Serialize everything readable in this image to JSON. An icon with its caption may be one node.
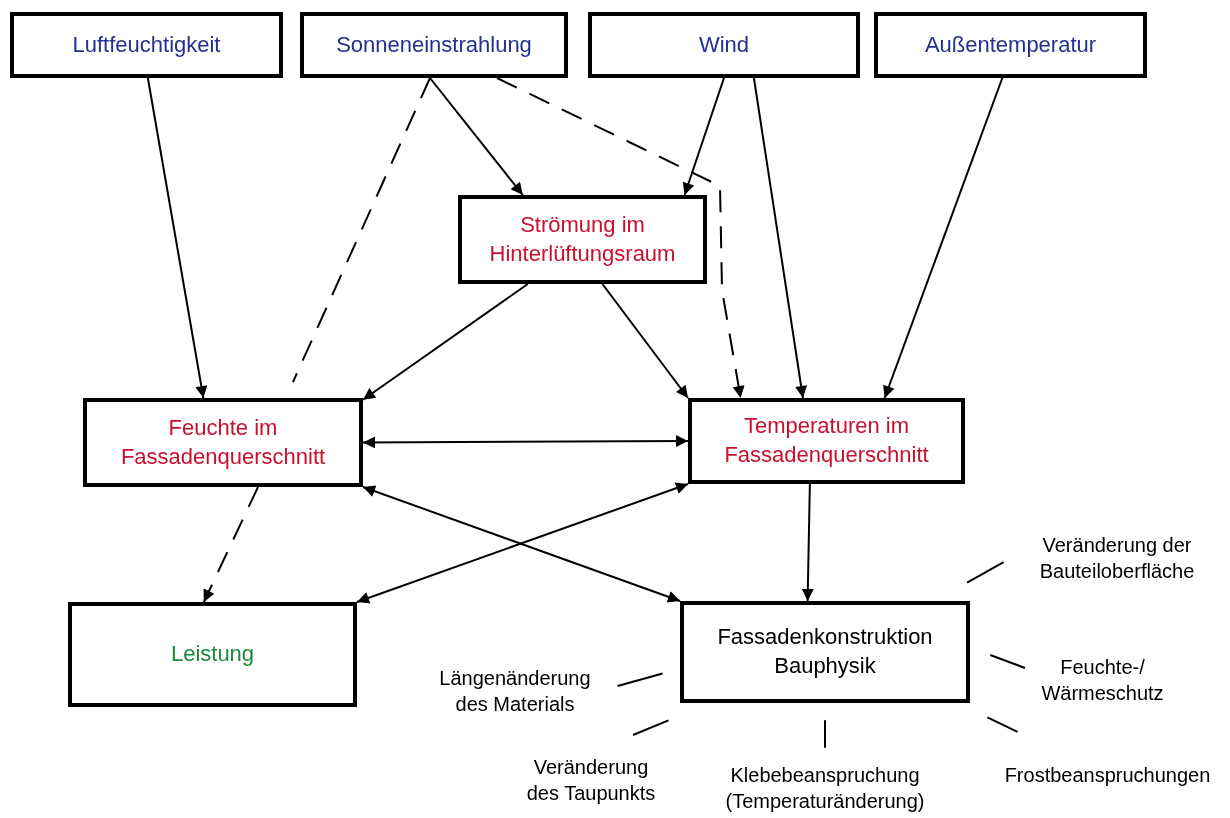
{
  "diagram": {
    "nodes": [
      {
        "text": [
          "Luftfeuchtigkeit"
        ]
      },
      {
        "text": [
          "Sonneneinstrahlung"
        ]
      },
      {
        "text": [
          "Wind"
        ]
      },
      {
        "text": [
          "Außentemperatur"
        ]
      },
      {
        "text": [
          "Strömung im Hinterlüftungsraum"
        ]
      },
      {
        "text": [
          "Feuchte im Fassadenquerschnitt"
        ]
      },
      {
        "text": [
          "Temperaturen im Fassadenquerschnitt"
        ]
      },
      {
        "text": [
          "Leistung"
        ]
      },
      {
        "text": [
          "Fassadenkonstruktion Bauphysik"
        ]
      },
      {
        "text": [
          "Veränderung der Bauteiloberfläche"
        ]
      },
      {
        "text": [
          "Längenänderung des Materials"
        ]
      },
      {
        "text": [
          "Feuchte-/ Wärmeschutz"
        ]
      },
      {
        "text": [
          "Veränderung des Taupunkts"
        ]
      },
      {
        "text": [
          "Klebebeanspruchung (Temperaturänderung)"
        ]
      },
      {
        "text": [
          "Frostbeanspruchungen"
        ]
      }
    ],
    "edges": [
      {
        "from": 0,
        "to": 5,
        "arrow": "to"
      },
      {
        "from": 1,
        "to": 4,
        "arrow": "to"
      },
      {
        "from": 1,
        "to": 5,
        "arrow": "none",
        "style": "dashed"
      },
      {
        "from": 1,
        "to": 6,
        "arrow": "to",
        "style": "dashed"
      },
      {
        "from": 2,
        "to": 4,
        "arrow": "to"
      },
      {
        "from": 2,
        "to": 6,
        "arrow": "to"
      },
      {
        "from": 3,
        "to": 6,
        "arrow": "to"
      },
      {
        "from": 4,
        "to": 5,
        "arrow": "to"
      },
      {
        "from": 4,
        "to": 6,
        "arrow": "to"
      },
      {
        "from": 5,
        "to": 6,
        "arrow": "both"
      },
      {
        "from": 5,
        "to": 8,
        "arrow": "both"
      },
      {
        "from": 6,
        "to": 7,
        "arrow": "both"
      },
      {
        "from": 6,
        "to": 8,
        "arrow": "to"
      },
      {
        "from": 5,
        "to": 7,
        "arrow": "to",
        "style": "dashed"
      },
      {
        "from": 9,
        "to": 8,
        "arrow": "none"
      },
      {
        "from": 10,
        "to": 8,
        "arrow": "none"
      },
      {
        "from": 11,
        "to": 8,
        "arrow": "none"
      },
      {
        "from": 12,
        "to": 8,
        "arrow": "none"
      },
      {
        "from": 13,
        "to": 8,
        "arrow": "none"
      },
      {
        "from": 14,
        "to": 8,
        "arrow": "none"
      }
    ]
  }
}
